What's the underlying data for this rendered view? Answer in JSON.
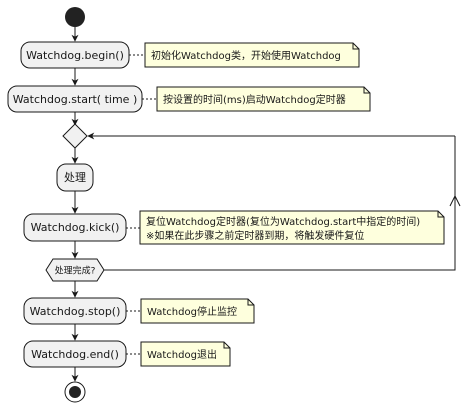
{
  "diagram": {
    "colors": {
      "activity_fill": "#F1F1F1",
      "note_fill": "#FEFFDD",
      "stroke": "#181818",
      "start_fill": "#222222"
    },
    "activities": {
      "begin": "Watchdog.begin()",
      "start": "Watchdog.start( time )",
      "process": "处理",
      "kick": "Watchdog.kick()",
      "stop": "Watchdog.stop()",
      "end": "Watchdog.end()"
    },
    "notes": {
      "begin": "初始化Watchdog类，开始使用Watchdog",
      "start": "按设置的时间(ms)启动Watchdog定时器",
      "kick_line1": "复位Watchdog定时器(复位为Watchdog.start中指定的时间)",
      "kick_line2": "※如果在此步骤之前定时器到期，将触发硬件复位",
      "stop": "Watchdog停止监控",
      "end": "Watchdog退出"
    },
    "condition": "处理完成?"
  }
}
